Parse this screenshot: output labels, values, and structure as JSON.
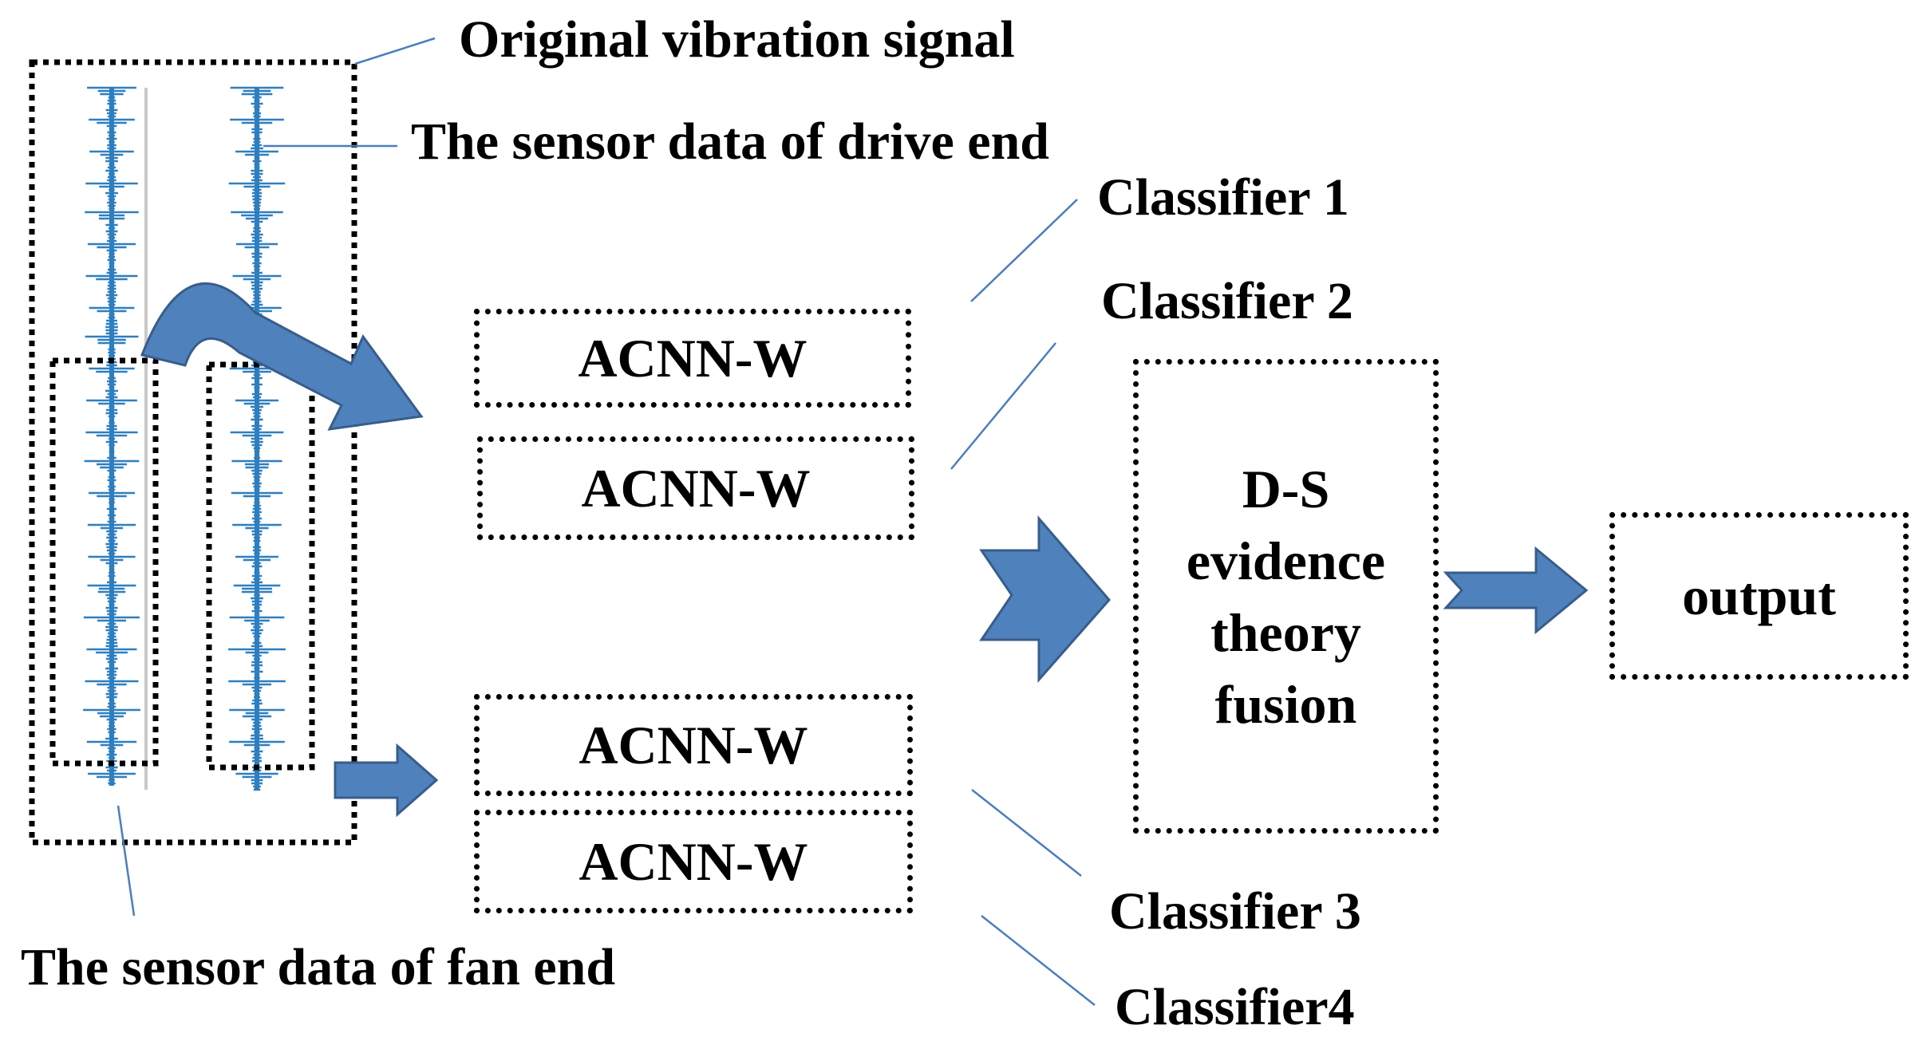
{
  "labels": {
    "original_signal": "Original vibration signal",
    "drive_end": "The sensor data of  drive end",
    "fan_end": "The sensor data of fan end",
    "classifier1": "Classifier 1",
    "classifier2": "Classifier 2",
    "classifier3": "Classifier 3",
    "classifier4": "Classifier4"
  },
  "blocks": {
    "acnn": [
      "ACNN-W",
      "ACNN-W",
      "ACNN-W",
      "ACNN-W"
    ],
    "fusion_lines": [
      "D-S",
      "evidence",
      "theory",
      "fusion"
    ],
    "output": "output"
  },
  "colors": {
    "signal": "#2e7fbf",
    "arrow_fill": "#4f81bd",
    "arrow_stroke": "#385d8a",
    "leader": "#4a7ebb",
    "text": "#000000"
  }
}
